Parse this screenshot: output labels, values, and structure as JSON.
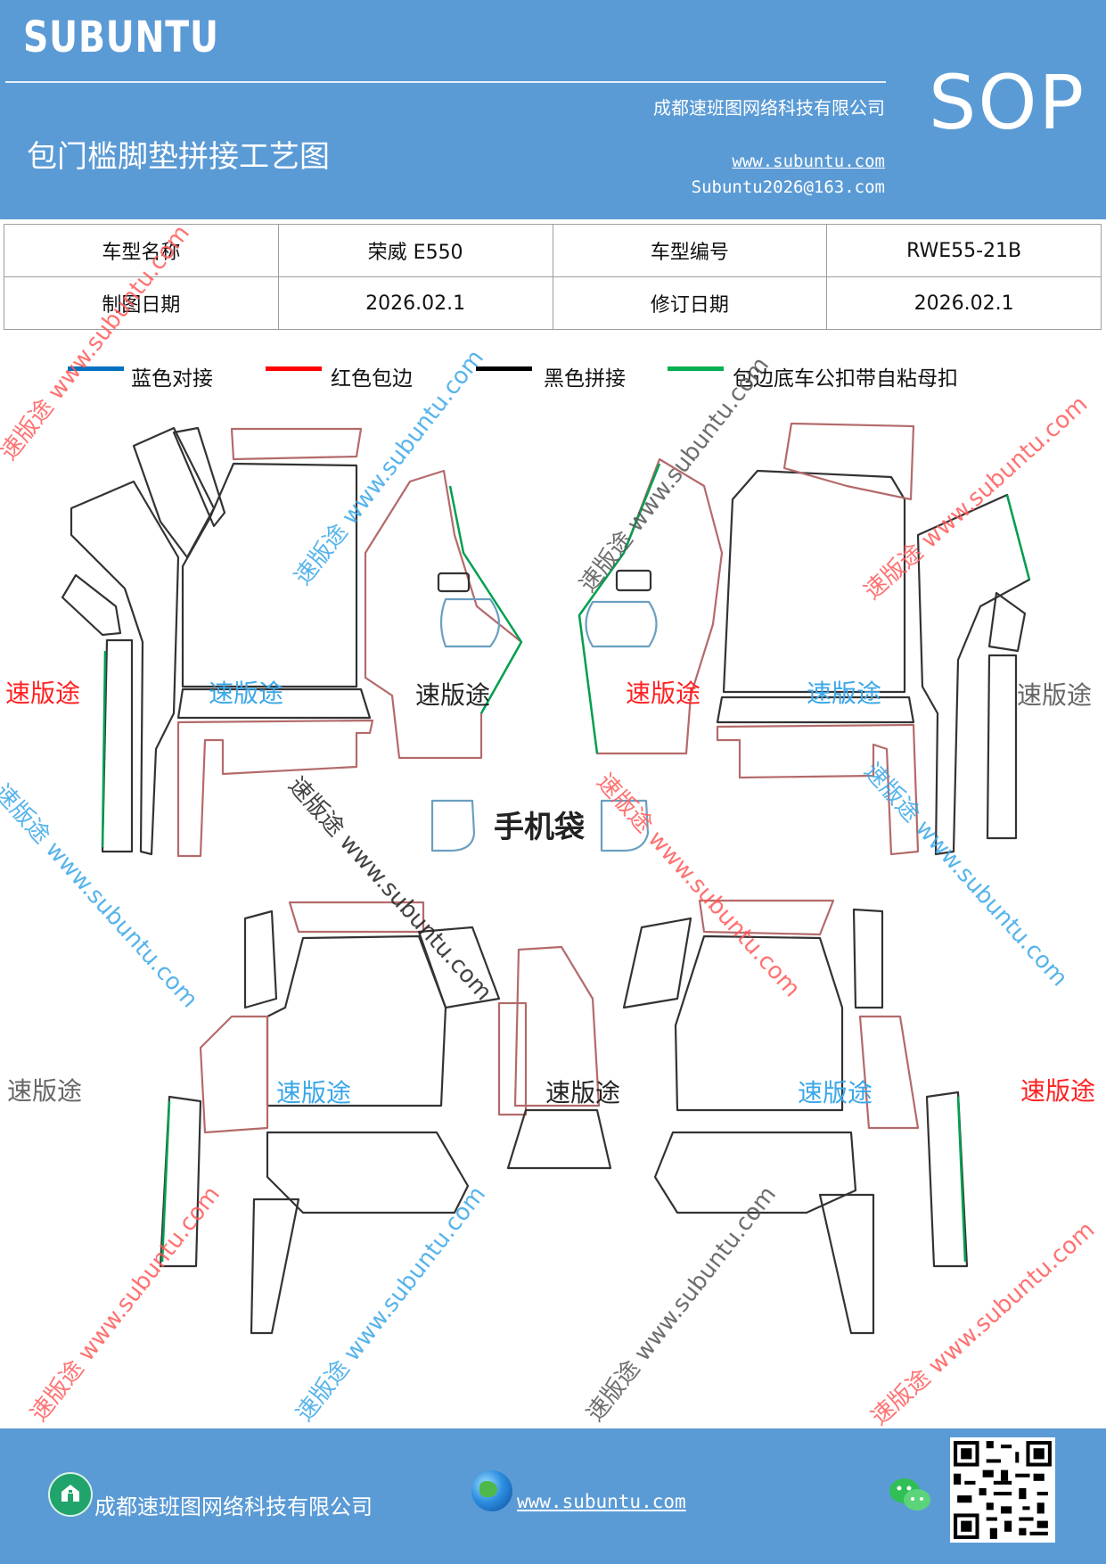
{
  "header": {
    "brand": "SUBUNTU",
    "company": "成都速班图网络科技有限公司",
    "title": "包门槛脚垫拼接工艺图",
    "url": "www.subuntu.com",
    "email": "Subuntu2026@163.com",
    "badge": "SOP"
  },
  "info_table": {
    "row1": [
      "车型名称",
      "荣威 E550",
      "车型编号",
      "RWE55-21B"
    ],
    "row2": [
      "制图日期",
      "2026.02.1",
      "修订日期",
      "2026.02.1"
    ]
  },
  "legend": [
    {
      "label": "蓝色对接",
      "color": "#0070c0"
    },
    {
      "label": "红色包边",
      "color": "#ff0000"
    },
    {
      "label": "黑色拼接",
      "color": "#000000"
    },
    {
      "label": "包边底车公扣带自粘母扣",
      "color": "#00b050"
    }
  ],
  "diagram": {
    "phone_bag_label": "手机袋",
    "watermark_brand": "速版途",
    "watermark_url": "www.subuntu.com",
    "watermark_combo": "速版途 www.subuntu.com"
  },
  "footer": {
    "company": "成都速班图网络科技有限公司",
    "url": "www.subuntu.com"
  }
}
